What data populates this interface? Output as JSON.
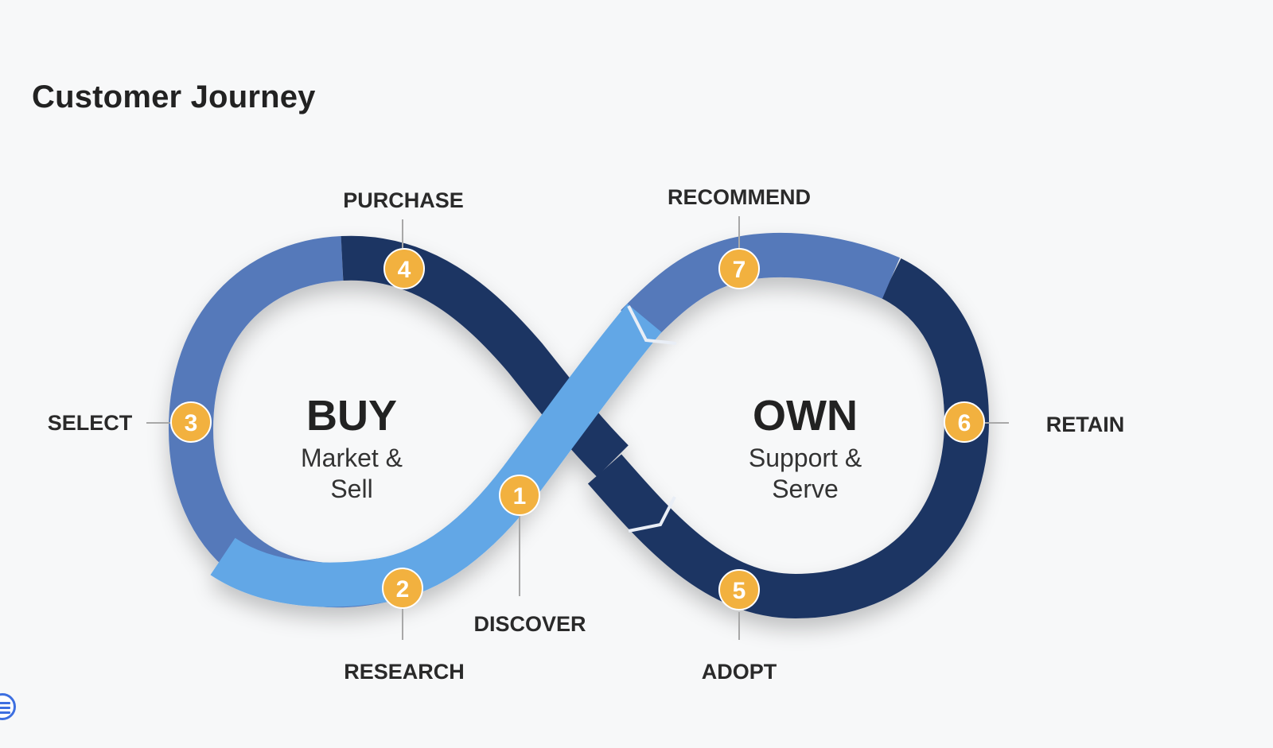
{
  "page_title": "Customer Journey",
  "phases": {
    "buy": {
      "title": "BUY",
      "subtitle_line1": "Market &",
      "subtitle_line2": "Sell"
    },
    "own": {
      "title": "OWN",
      "subtitle_line1": "Support &",
      "subtitle_line2": "Serve"
    }
  },
  "stages": [
    {
      "number": "1",
      "label": "DISCOVER"
    },
    {
      "number": "2",
      "label": "RESEARCH"
    },
    {
      "number": "3",
      "label": "SELECT"
    },
    {
      "number": "4",
      "label": "PURCHASE"
    },
    {
      "number": "5",
      "label": "ADOPT"
    },
    {
      "number": "6",
      "label": "RETAIN"
    },
    {
      "number": "7",
      "label": "RECOMMEND"
    }
  ],
  "colors": {
    "dark_navy": "#1f3563",
    "mid_blue": "#5579ba",
    "light_blue": "#62a7e6",
    "badge_orange": "#f2b13f",
    "connector_gray": "#a8a8a8"
  },
  "icons": {
    "menu": "menu-circle-icon"
  }
}
